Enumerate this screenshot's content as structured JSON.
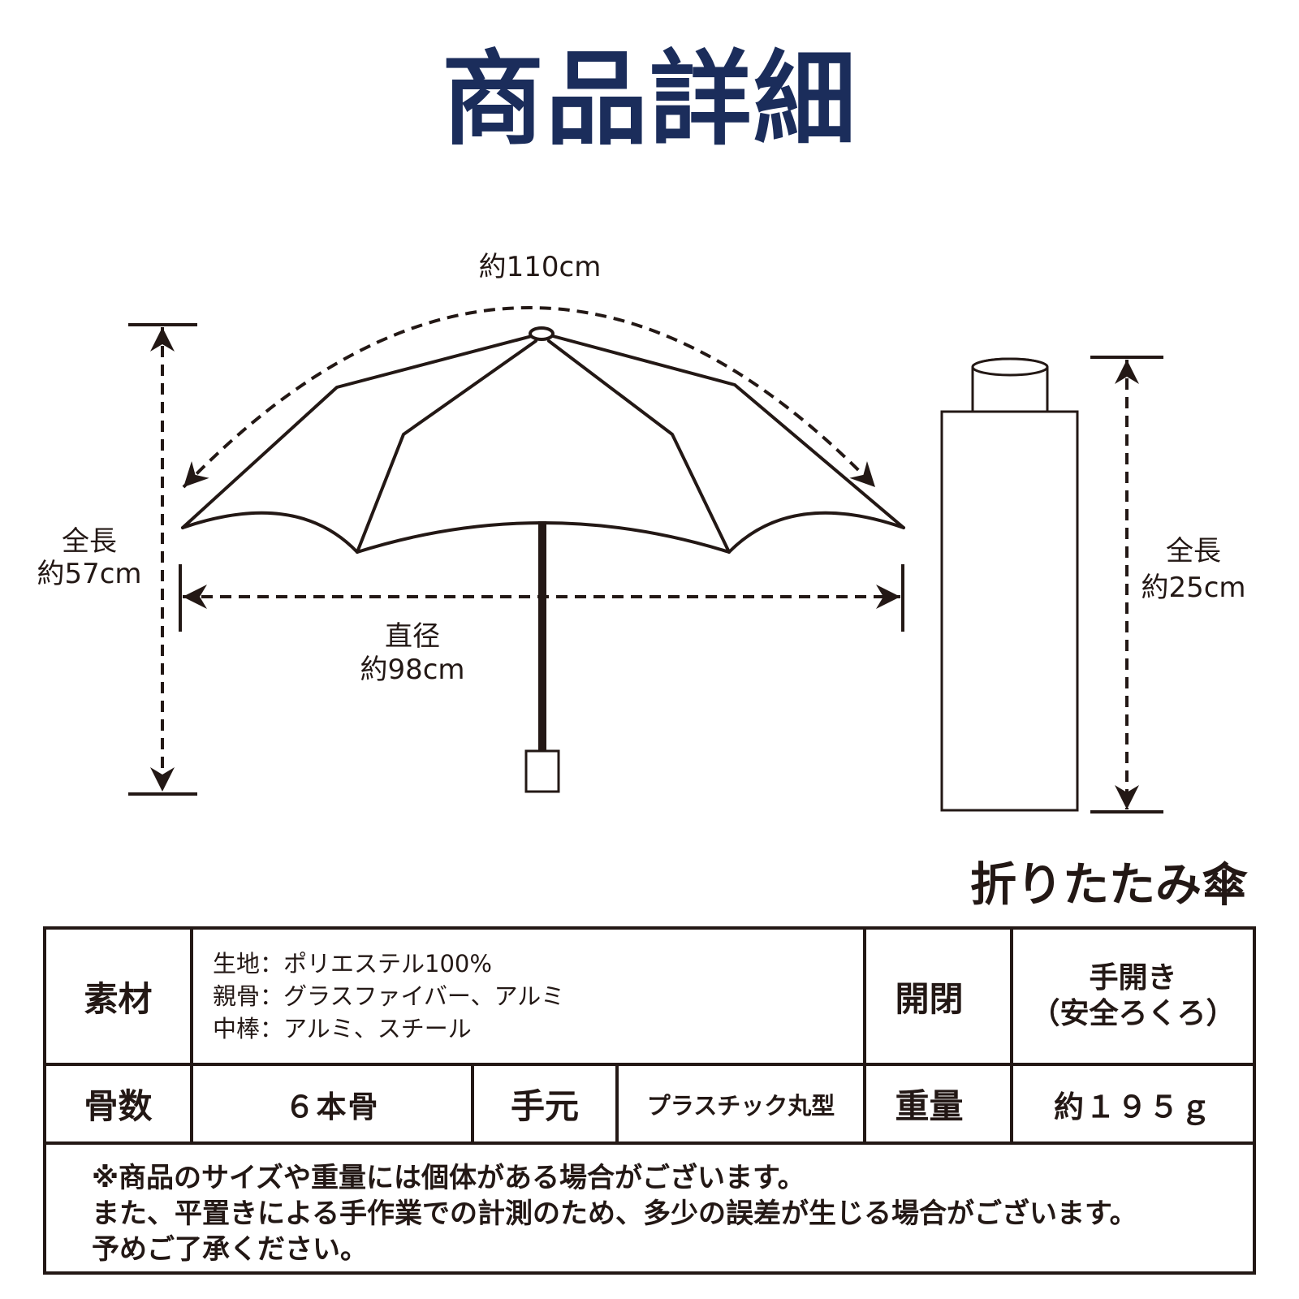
{
  "title": "商品詳細",
  "diagram": {
    "arc_length": "約110cm",
    "open_length": {
      "label": "全長",
      "value": "約57cm"
    },
    "diameter": {
      "label": "直径",
      "value": "約98cm"
    },
    "folded_length": {
      "label": "全長",
      "value": "約25cm"
    }
  },
  "product_type": "折りたたみ傘",
  "specs": {
    "material": {
      "header": "素材",
      "lines": [
        {
          "part": "生地",
          "sep": "：",
          "value": "ポリエステル100%"
        },
        {
          "part": "親骨",
          "sep": "：",
          "value": "グラスファイバー、アルミ"
        },
        {
          "part": "中棒",
          "sep": "：",
          "value": "アルミ、スチール"
        }
      ]
    },
    "opening": {
      "header": "開閉",
      "value_line1": "手開き",
      "value_line2": "（安全ろくろ）"
    },
    "ribs": {
      "header": "骨数",
      "value": "６本骨"
    },
    "handle": {
      "header": "手元",
      "value": "プラスチック丸型"
    },
    "weight": {
      "header": "重量",
      "value": "約１９５ｇ"
    }
  },
  "note": [
    "※商品のサイズや重量には個体がある場合がございます。",
    "また、平置きによる手作業での計測のため、多少の誤差が生じる場合がございます。",
    "予めご了承ください。"
  ],
  "colors": {
    "title": "#1b2d5b",
    "ink": "#231815",
    "background": "#ffffff"
  }
}
